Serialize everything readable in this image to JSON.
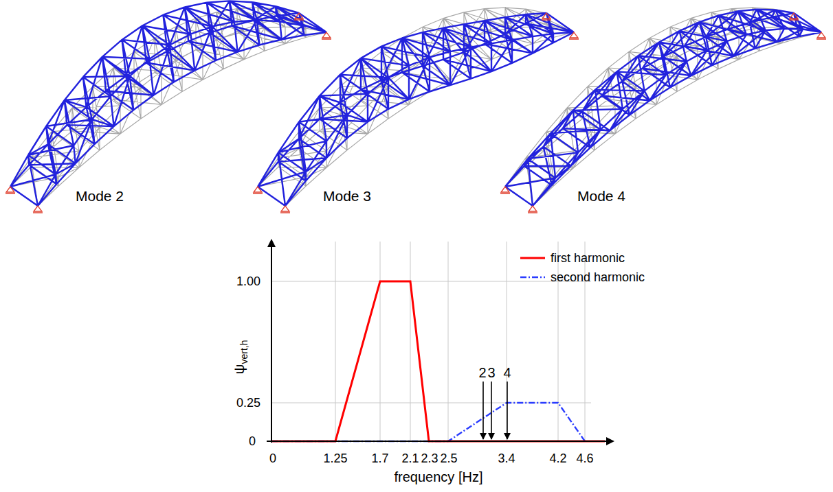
{
  "diagram": {
    "labels": [
      "Mode 2",
      "Mode 3",
      "Mode 4",
      "ψ",
      "vert,h",
      "1.00",
      "0.25",
      "0",
      "0",
      "1.25",
      "1.7",
      "2.1",
      "2.3",
      "2.5",
      "3.4",
      "4.2",
      "4.6",
      "frequency [Hz]",
      "2",
      "3",
      "4"
    ],
    "legend": [
      {
        "text": "first harmonic"
      },
      {
        "text": "second harmonic"
      }
    ]
  }
}
